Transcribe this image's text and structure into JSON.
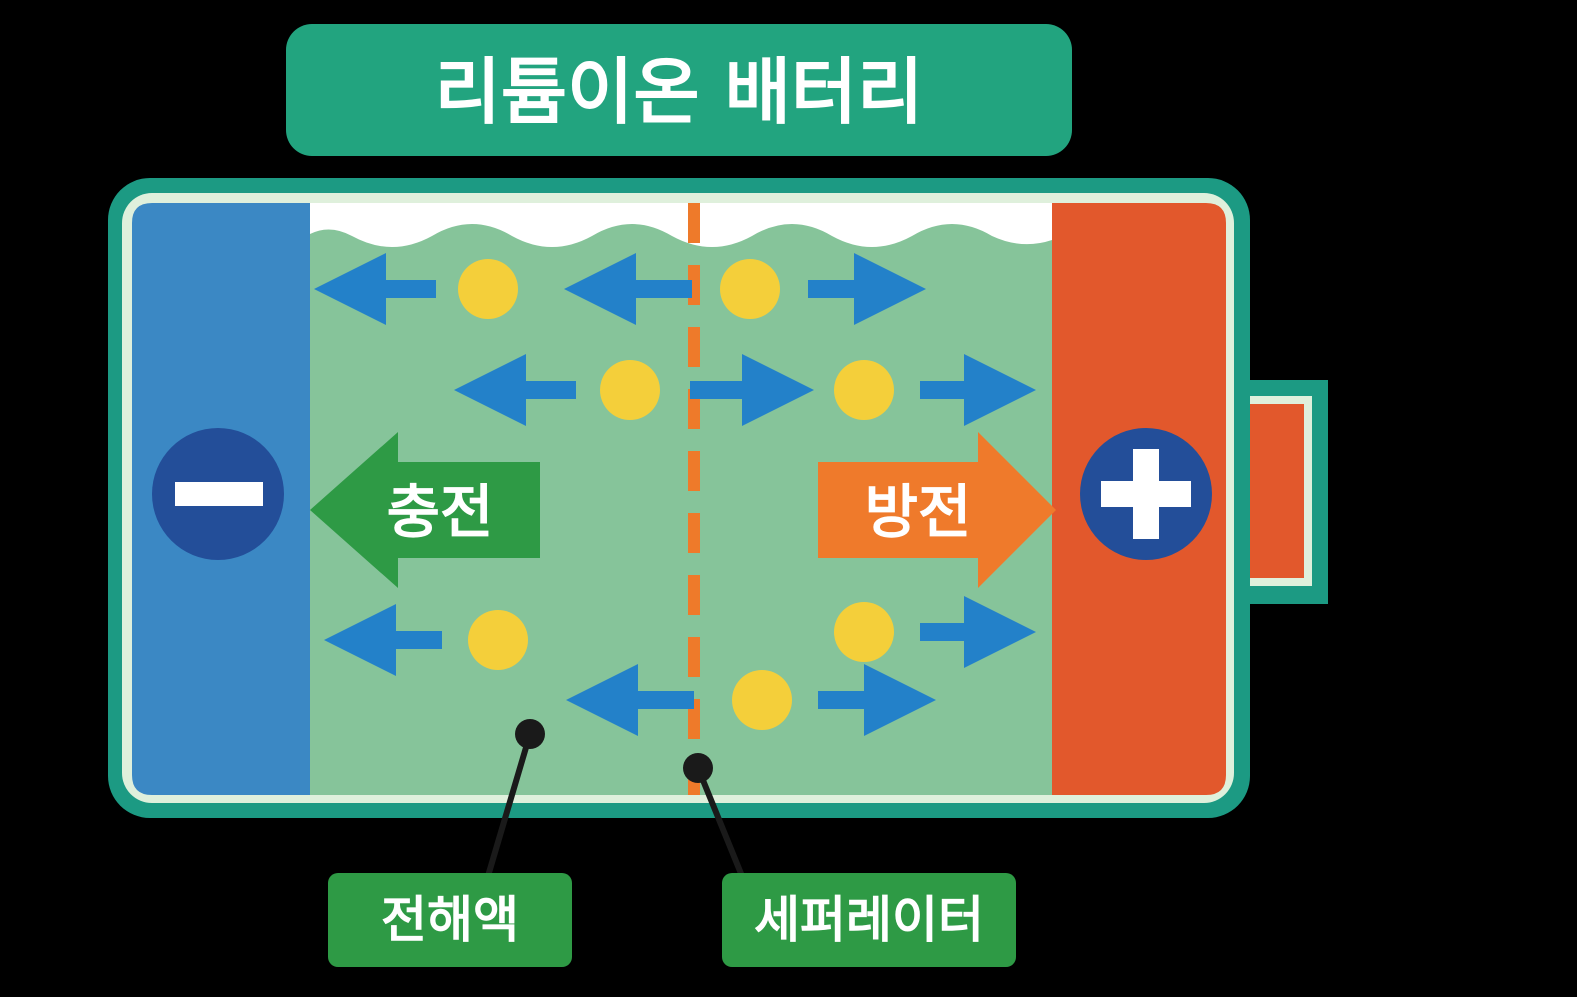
{
  "title": "리튬이온 배터리",
  "anode": {
    "symbol": "−",
    "color": "#3b88c4"
  },
  "cathode": {
    "symbol": "+",
    "color": "#e2582c"
  },
  "arrows": {
    "charge": {
      "label": "충전",
      "color": "#2e9a45"
    },
    "discharge": {
      "label": "방전",
      "color": "#ef7a2b"
    }
  },
  "callouts": {
    "electrolyte": "전해액",
    "separator": "세퍼레이터"
  },
  "colors": {
    "title_bg": "#22a47f",
    "casing": "#1c9a83",
    "electrolyte": "#86c49a",
    "ion": "#f4cf3a",
    "ion_arrow": "#2381c9",
    "separator": "#ee7a2a",
    "callout_bg": "#2e9a45"
  }
}
